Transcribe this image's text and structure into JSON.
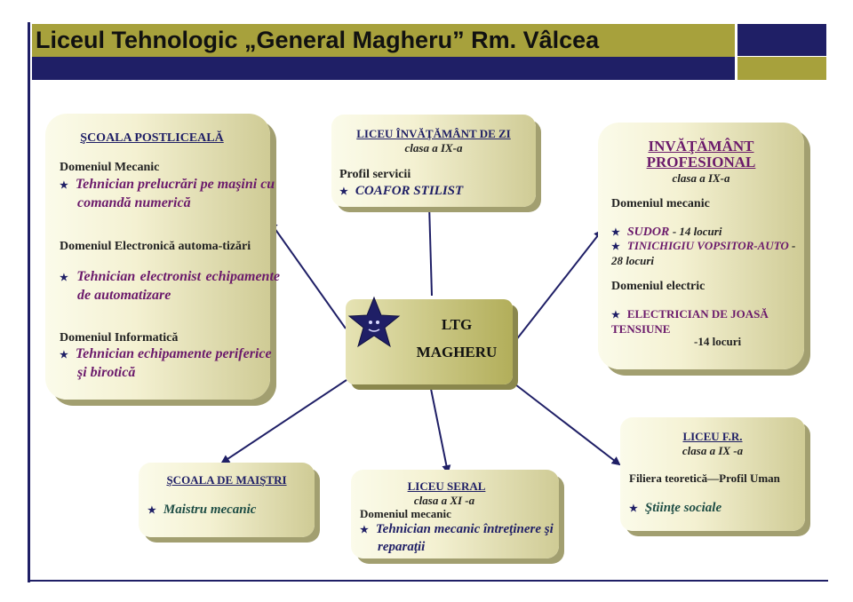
{
  "header": {
    "title": "Liceul Tehnologic „General Magheru” Rm. Vâlcea"
  },
  "colors": {
    "navy": "#1f1f66",
    "olive": "#a7a13c",
    "purple": "#6b1a6b",
    "green": "#1e4d45"
  },
  "center": {
    "line1": "LTG",
    "line2": "MAGHERU",
    "icon": "star-face-icon"
  },
  "postliceala": {
    "title": "ŞCOALA POSTLICEALĂ",
    "d1": "Domeniul Mecanic",
    "i1": "Tehnician prelucrări pe maşini cu comandă numerică",
    "d2": "Domeniul Electronică automa-tizări",
    "i2": "Tehnician electronist echipamente de automatizare",
    "d3": "Domeniul Informatică",
    "i3": "Tehnician echipamente periferice şi birotică"
  },
  "liceu_zi": {
    "title": "LICEU ÎNVĂŢĂMÂNT DE ZI",
    "class": "clasa a IX-a",
    "profile": "Profil servicii",
    "item": "COAFOR STILIST"
  },
  "profesional": {
    "title1": "INVĂŢĂMÂNT",
    "title2": "PROFESIONAL",
    "class": "clasa a IX-a",
    "d1": "Domeniul mecanic",
    "i1": "SUDOR",
    "i1_places": "- 14 locuri",
    "i2": "TINICHIGIU VOPSITOR-AUTO",
    "i2_places": "- 28 locuri",
    "d2": "Domeniul electric",
    "i3": "ELECTRICIAN DE JOASĂ TENSIUNE",
    "i3_places": "-14 locuri"
  },
  "maistri": {
    "title": "ŞCOALA DE MAIŞTRI",
    "item": "Maistru mecanic"
  },
  "seral": {
    "title": "LICEU SERAL",
    "class": "clasa a XI -a",
    "domain": "Domeniul mecanic",
    "item": "Tehnician mecanic întreţinere şi reparaţii"
  },
  "fr": {
    "title": "LICEU F.R.",
    "class": "clasa a IX -a",
    "filiera": "Filiera teoretică—Profil Uman",
    "item": "Ştiinţe sociale"
  }
}
